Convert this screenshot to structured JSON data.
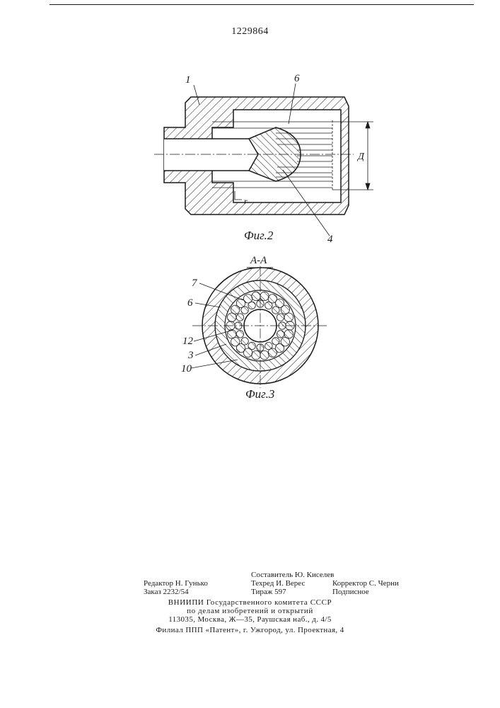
{
  "document": {
    "patent_number": "1229864"
  },
  "figure2": {
    "caption": "Фиг.2",
    "labels": {
      "part_1": "1",
      "part_6": "6",
      "part_4": "4",
      "dim_D": "Д",
      "dim_r": "r"
    }
  },
  "figure3": {
    "section_label": "А-А",
    "caption": "Фиг.3",
    "labels": {
      "part_7": "7",
      "part_6": "6",
      "part_12": "12",
      "part_3": "3",
      "part_10": "10"
    }
  },
  "footer": {
    "composer": "Составитель Ю. Киселев",
    "editor": "Редактор Н. Гунько",
    "techred": "Техред И. Верес",
    "corrector": "Корректор С. Черни",
    "order": "Заказ 2232/54",
    "circulation": "Тираж 597",
    "subscription": "Подписное",
    "institute_line1": "ВНИИПИ Государственного комитета СССР",
    "institute_line2": "по делам изобретений и открытий",
    "institute_line3": "113035, Москва, Ж—35, Раушская наб., д. 4/5",
    "branch": "Филиал ППП «Патент», г. Ужгород, ул. Проектная, 4"
  }
}
